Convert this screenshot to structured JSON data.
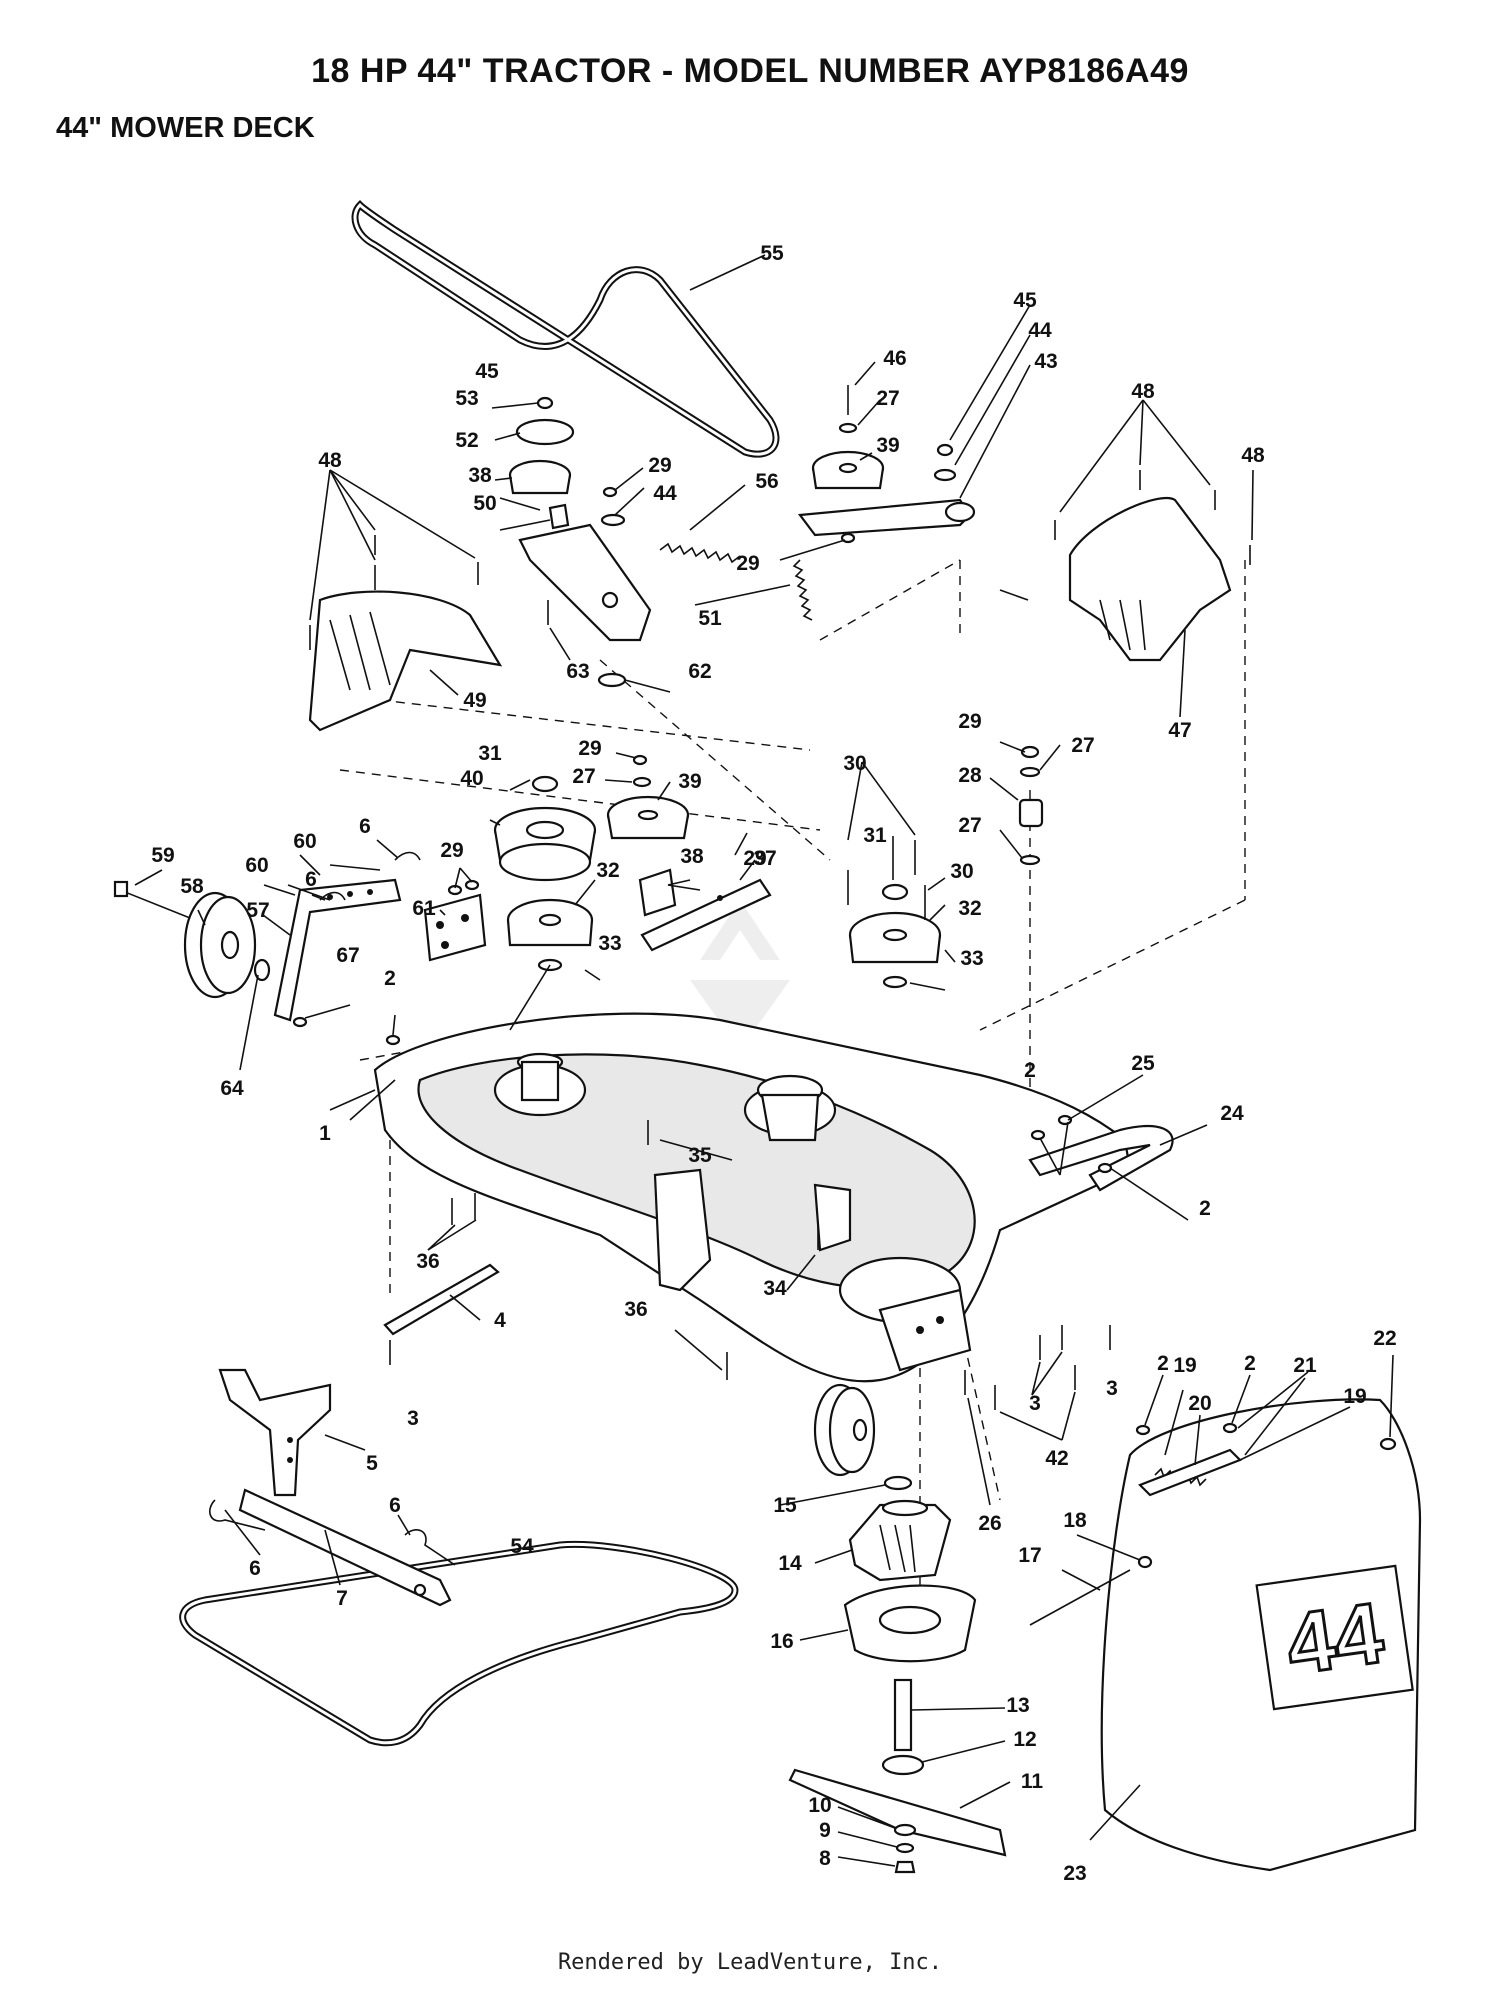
{
  "header": {
    "title": "18 HP 44\" TRACTOR - MODEL NUMBER AYP8186A49",
    "subtitle": "44\" MOWER DECK"
  },
  "footer": {
    "text": "Rendered by LeadVenture, Inc."
  },
  "deck_label": "44",
  "callouts": {
    "c1": "1",
    "c2a": "2",
    "c2b": "2",
    "c2c": "2",
    "c2d": "2",
    "c2e": "2",
    "c3a": "3",
    "c3b": "3",
    "c3c": "3",
    "c4": "4",
    "c5": "5",
    "c6a": "6",
    "c6b": "6",
    "c6c": "6",
    "c6d": "6",
    "c7": "7",
    "c8": "8",
    "c9": "9",
    "c10": "10",
    "c11": "11",
    "c12": "12",
    "c13": "13",
    "c14": "14",
    "c15": "15",
    "c16": "16",
    "c17": "17",
    "c18": "18",
    "c19a": "19",
    "c19b": "19",
    "c20": "20",
    "c21": "21",
    "c22": "22",
    "c23": "23",
    "c24": "24",
    "c25": "25",
    "c26": "26",
    "c27a": "27",
    "c27b": "27",
    "c27c": "27",
    "c27d": "27",
    "c28": "28",
    "c29a": "29",
    "c29b": "29",
    "c29c": "29",
    "c29d": "29",
    "c29e": "29",
    "c29f": "29",
    "c30a": "30",
    "c30b": "30",
    "c31a": "31",
    "c31b": "31",
    "c32a": "32",
    "c32b": "32",
    "c33a": "33",
    "c33b": "33",
    "c34": "34",
    "c35": "35",
    "c36a": "36",
    "c36b": "36",
    "c37": "37",
    "c38a": "38",
    "c38b": "38",
    "c39a": "39",
    "c39b": "39",
    "c40": "40",
    "c42": "42",
    "c43": "43",
    "c44a": "44",
    "c44b": "44",
    "c45a": "45",
    "c45b": "45",
    "c46": "46",
    "c47": "47",
    "c48a": "48",
    "c48b": "48",
    "c48c": "48",
    "c49": "49",
    "c50": "50",
    "c51": "51",
    "c52": "52",
    "c53": "53",
    "c54": "54",
    "c55": "55",
    "c56": "56",
    "c57": "57",
    "c58": "58",
    "c59": "59",
    "c60a": "60",
    "c60b": "60",
    "c61": "61",
    "c62": "62",
    "c63": "63",
    "c64": "64",
    "c67": "67"
  }
}
